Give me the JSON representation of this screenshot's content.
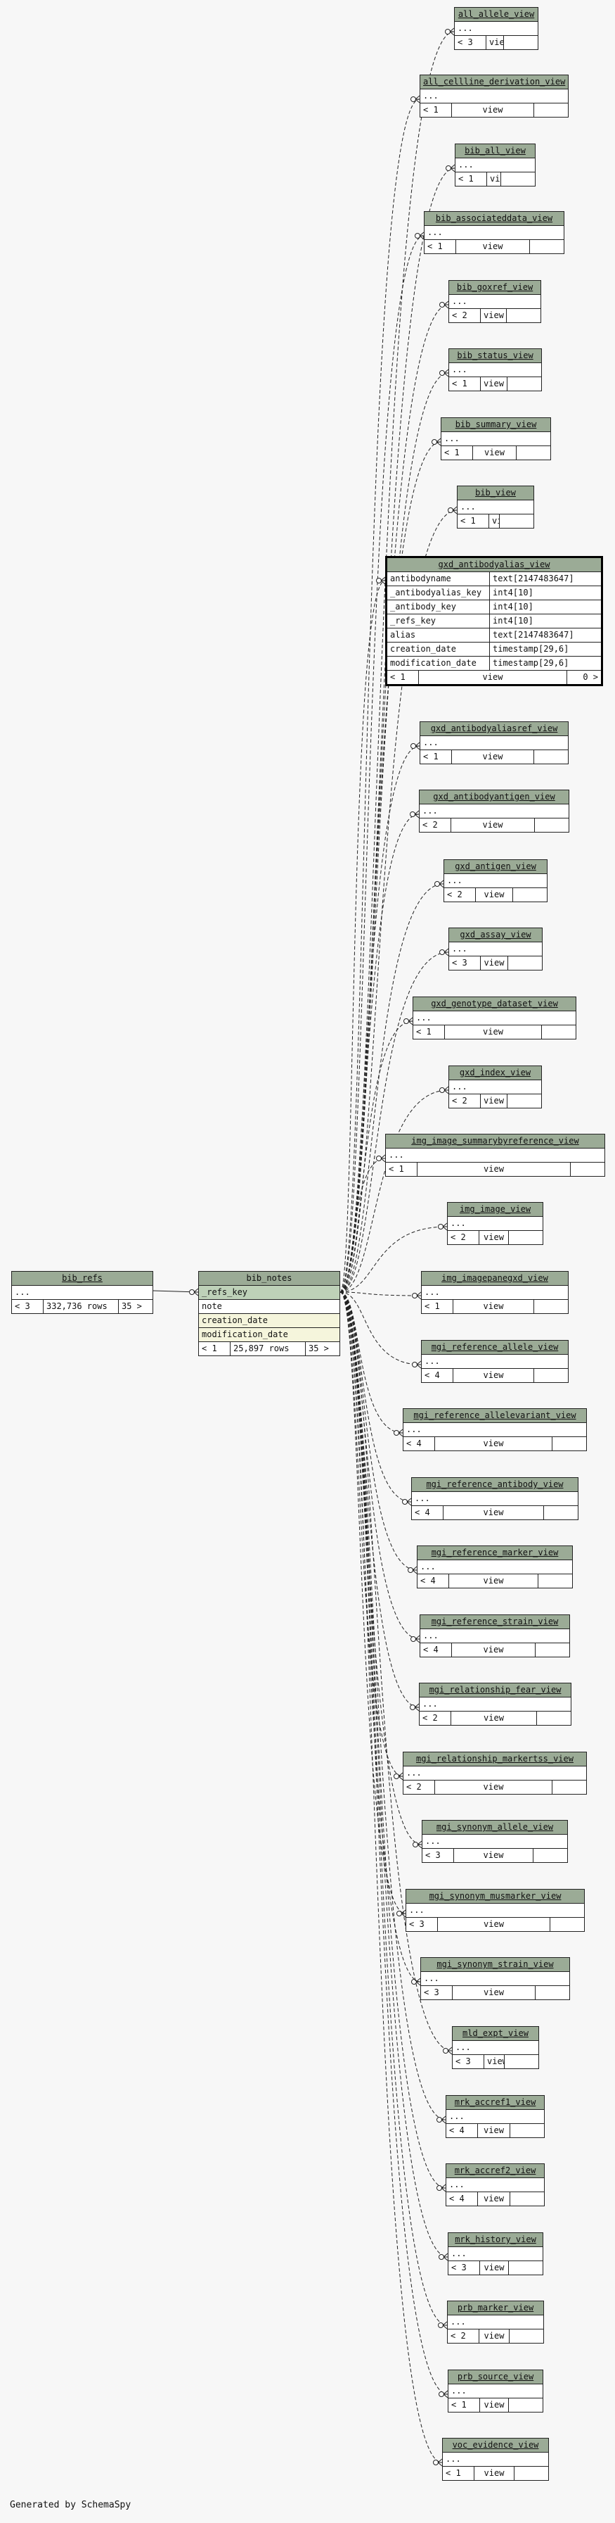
{
  "center_table": {
    "name": "bib_notes",
    "columns": [
      "_refs_key",
      "note",
      "creation_date",
      "modification_date"
    ],
    "footer": {
      "left": "< 1",
      "rows": "25,897 rows",
      "right": "35 >"
    }
  },
  "parent_table": {
    "name": "bib_refs",
    "body": "...",
    "footer": {
      "left": "< 3",
      "rows": "332,736 rows",
      "right": "35 >"
    }
  },
  "detail_table": {
    "name": "gxd_antibodyalias_view",
    "columns": [
      {
        "name": "antibodyname",
        "type": "text[2147483647]"
      },
      {
        "name": "_antibodyalias_key",
        "type": "int4[10]"
      },
      {
        "name": "_antibody_key",
        "type": "int4[10]"
      },
      {
        "name": "_refs_key",
        "type": "int4[10]"
      },
      {
        "name": "alias",
        "type": "text[2147483647]"
      },
      {
        "name": "creation_date",
        "type": "timestamp[29,6]"
      },
      {
        "name": "modification_date",
        "type": "timestamp[29,6]"
      }
    ],
    "footer": {
      "left": "< 1",
      "mid": "view",
      "right": "0 >"
    }
  },
  "views": [
    {
      "name": "all_allele_view",
      "body": "...",
      "left": "< 3",
      "kind": "view"
    },
    {
      "name": "all_cellline_derivation_view",
      "body": "...",
      "left": "< 1",
      "kind": "view"
    },
    {
      "name": "bib_all_view",
      "body": "...",
      "left": "< 1",
      "kind": "view"
    },
    {
      "name": "bib_associateddata_view",
      "body": "...",
      "left": "< 1",
      "kind": "view"
    },
    {
      "name": "bib_goxref_view",
      "body": "...",
      "left": "< 2",
      "kind": "view"
    },
    {
      "name": "bib_status_view",
      "body": "...",
      "left": "< 1",
      "kind": "view"
    },
    {
      "name": "bib_summary_view",
      "body": "...",
      "left": "< 1",
      "kind": "view"
    },
    {
      "name": "bib_view",
      "body": "...",
      "left": "< 1",
      "kind": "view"
    },
    {
      "name": "gxd_antibodyaliasref_view",
      "body": "...",
      "left": "< 1",
      "kind": "view"
    },
    {
      "name": "gxd_antibodyantigen_view",
      "body": "...",
      "left": "< 2",
      "kind": "view"
    },
    {
      "name": "gxd_antigen_view",
      "body": "...",
      "left": "< 2",
      "kind": "view"
    },
    {
      "name": "gxd_assay_view",
      "body": "...",
      "left": "< 3",
      "kind": "view"
    },
    {
      "name": "gxd_genotype_dataset_view",
      "body": "...",
      "left": "< 1",
      "kind": "view"
    },
    {
      "name": "gxd_index_view",
      "body": "...",
      "left": "< 2",
      "kind": "view"
    },
    {
      "name": "img_image_summarybyreference_view",
      "body": "...",
      "left": "< 1",
      "kind": "view"
    },
    {
      "name": "img_image_view",
      "body": "...",
      "left": "< 2",
      "kind": "view"
    },
    {
      "name": "img_imagepanegxd_view",
      "body": "...",
      "left": "< 1",
      "kind": "view"
    },
    {
      "name": "mgi_reference_allele_view",
      "body": "...",
      "left": "< 4",
      "kind": "view"
    },
    {
      "name": "mgi_reference_allelevariant_view",
      "body": "...",
      "left": "< 4",
      "kind": "view"
    },
    {
      "name": "mgi_reference_antibody_view",
      "body": "...",
      "left": "< 4",
      "kind": "view"
    },
    {
      "name": "mgi_reference_marker_view",
      "body": "...",
      "left": "< 4",
      "kind": "view"
    },
    {
      "name": "mgi_reference_strain_view",
      "body": "...",
      "left": "< 4",
      "kind": "view"
    },
    {
      "name": "mgi_relationship_fear_view",
      "body": "...",
      "left": "< 2",
      "kind": "view"
    },
    {
      "name": "mgi_relationship_markertss_view",
      "body": "...",
      "left": "< 2",
      "kind": "view"
    },
    {
      "name": "mgi_synonym_allele_view",
      "body": "...",
      "left": "< 3",
      "kind": "view"
    },
    {
      "name": "mgi_synonym_musmarker_view",
      "body": "...",
      "left": "< 3",
      "kind": "view"
    },
    {
      "name": "mgi_synonym_strain_view",
      "body": "...",
      "left": "< 3",
      "kind": "view"
    },
    {
      "name": "mld_expt_view",
      "body": "...",
      "left": "< 3",
      "kind": "view"
    },
    {
      "name": "mrk_accref1_view",
      "body": "...",
      "left": "< 4",
      "kind": "view"
    },
    {
      "name": "mrk_accref2_view",
      "body": "...",
      "left": "< 4",
      "kind": "view"
    },
    {
      "name": "mrk_history_view",
      "body": "...",
      "left": "< 3",
      "kind": "view"
    },
    {
      "name": "prb_marker_view",
      "body": "...",
      "left": "< 2",
      "kind": "view"
    },
    {
      "name": "prb_source_view",
      "body": "...",
      "left": "< 1",
      "kind": "view"
    },
    {
      "name": "voc_evidence_view",
      "body": "...",
      "left": "< 1",
      "kind": "view"
    }
  ],
  "footer_text": "Generated by SchemaSpy",
  "colors": {
    "header_bg": "#9bab96",
    "key_bg": "#bed1b8",
    "index_bg": "#f5f5dc",
    "page_bg": "#f7f7f7"
  }
}
